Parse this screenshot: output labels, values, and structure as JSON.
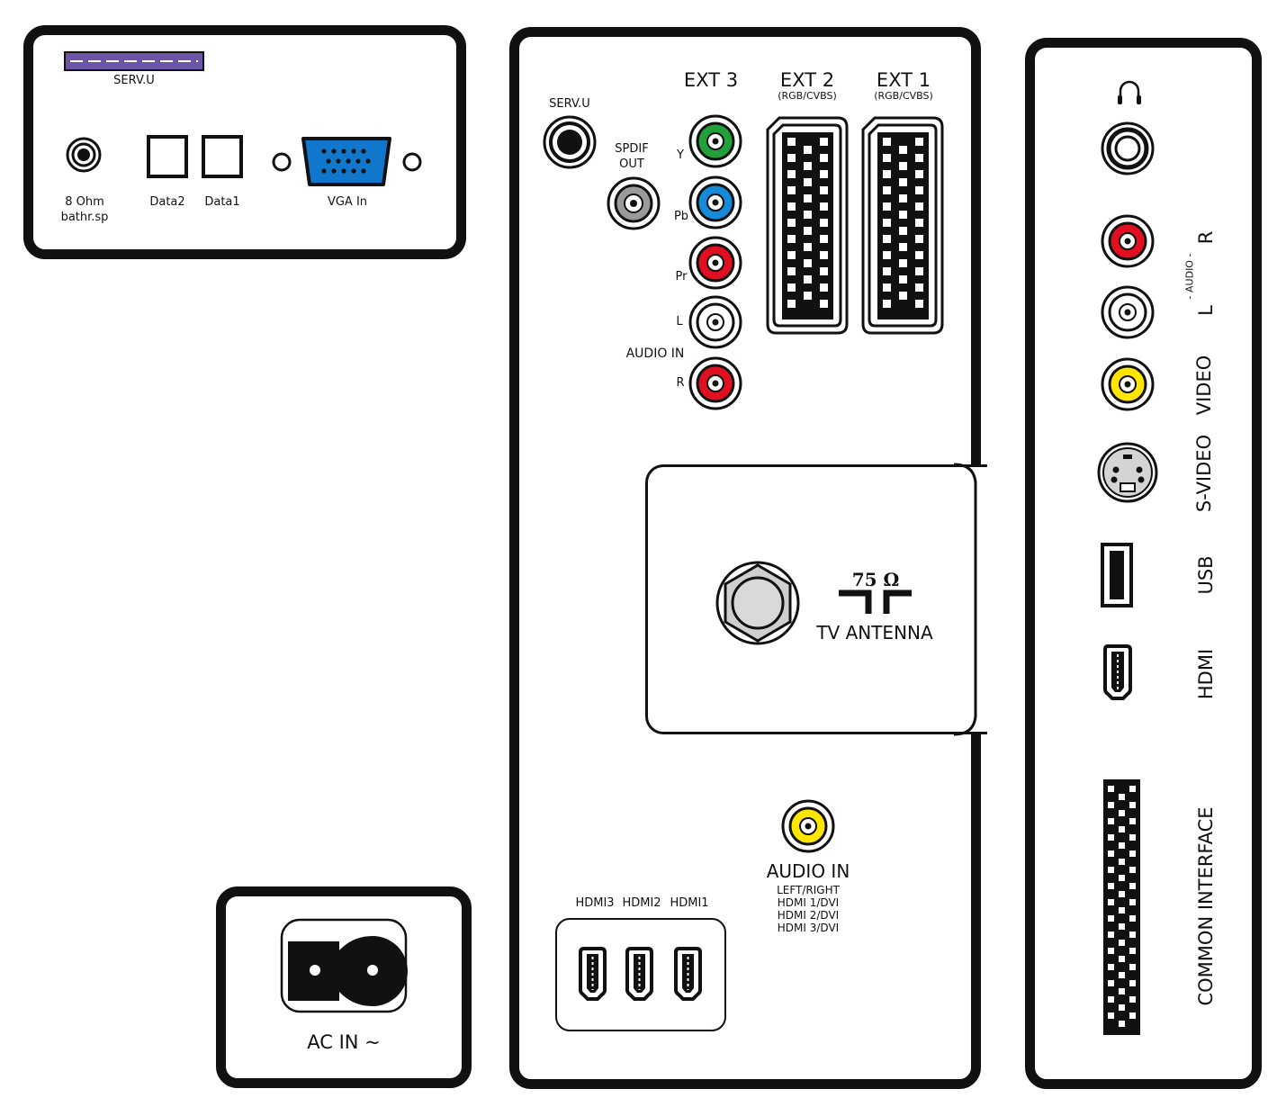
{
  "colors": {
    "outline": "#111111",
    "serv_u_slot": "#6a55a6",
    "vga": "#1177cc",
    "rca_green": "#22a03a",
    "rca_blue": "#1689d8",
    "rca_red": "#e01020",
    "rca_white": "#ffffff",
    "rca_yellow": "#ffe600",
    "spdif_grey": "#9a9a9a",
    "antenna_grey": "#cfcfcf"
  },
  "top_left_panel": {
    "serv_u": "SERV.U",
    "speaker": "8 Ohm",
    "speaker_sub": "bathr.sp",
    "data2": "Data2",
    "data1": "Data1",
    "vga": "VGA In"
  },
  "power_panel": {
    "label": "AC IN ~"
  },
  "center_panel": {
    "serv_u": "SERV.U",
    "spdif_line1": "SPDIF",
    "spdif_line2": "OUT",
    "ext3": "EXT 3",
    "ext2": "EXT 2",
    "ext2_sub": "(RGB/CVBS)",
    "ext1": "EXT 1",
    "ext1_sub": "(RGB/CVBS)",
    "y": "Y",
    "pb": "Pb",
    "pr": "Pr",
    "l": "L",
    "audio_in": "AUDIO IN",
    "r": "R",
    "antenna_ohm": "75 Ω",
    "antenna": "TV ANTENNA",
    "hdmi3": "HDMI3",
    "hdmi2": "HDMI2",
    "hdmi1": "HDMI1",
    "audio_in_big": "AUDIO IN",
    "audio_in_lines": [
      "LEFT/RIGHT",
      "HDMI 1/DVI",
      "HDMI 2/DVI",
      "HDMI 3/DVI"
    ]
  },
  "side_panel": {
    "headphone_icon": "headphone-icon",
    "audio": "- AUDIO -",
    "r": "R",
    "l": "L",
    "video": "VIDEO",
    "s_video": "S-VIDEO",
    "usb": "USB",
    "hdmi": "HDMI",
    "common_interface": "COMMON INTERFACE"
  }
}
